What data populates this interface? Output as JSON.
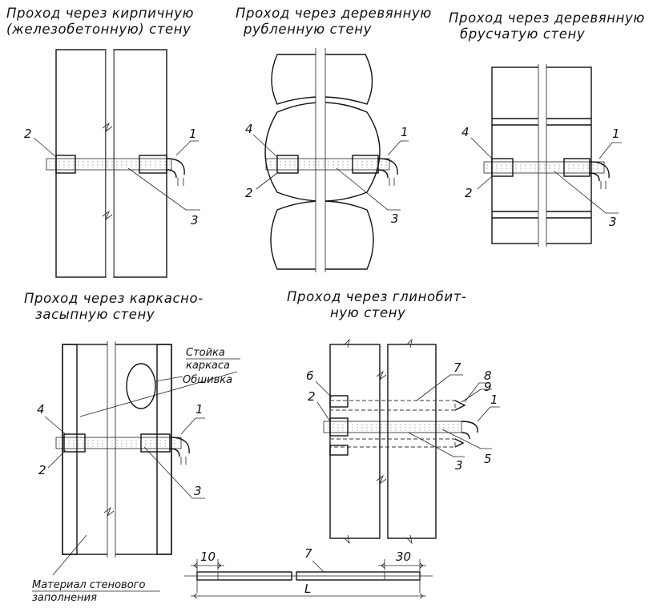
{
  "captions": {
    "brick_1": "Проход через кирпичную",
    "brick_2": "(железобетонную) стену",
    "log_1": "Проход через деревянную",
    "log_2": "рубленную стену",
    "beam_1": "Проход через деревянную",
    "beam_2": "брусчатую стену",
    "frame_1": "Проход через каркасно-",
    "frame_2": "засыпную стену",
    "clay_1": "Проход через глинобит-",
    "clay_2": "ную стену"
  },
  "labels": {
    "n1": "1",
    "n2": "2",
    "n3": "3",
    "n4": "4",
    "n5": "5",
    "n6": "6",
    "n7": "7",
    "n8": "8",
    "n9": "9",
    "frame_post_1": "Стойка",
    "frame_post_2": "каркаса",
    "cladding": "Обшивка",
    "fill_1": "Материал стенового",
    "fill_2": "заполнения"
  },
  "dimensions": {
    "left": "10",
    "right": "30",
    "total": "L"
  }
}
